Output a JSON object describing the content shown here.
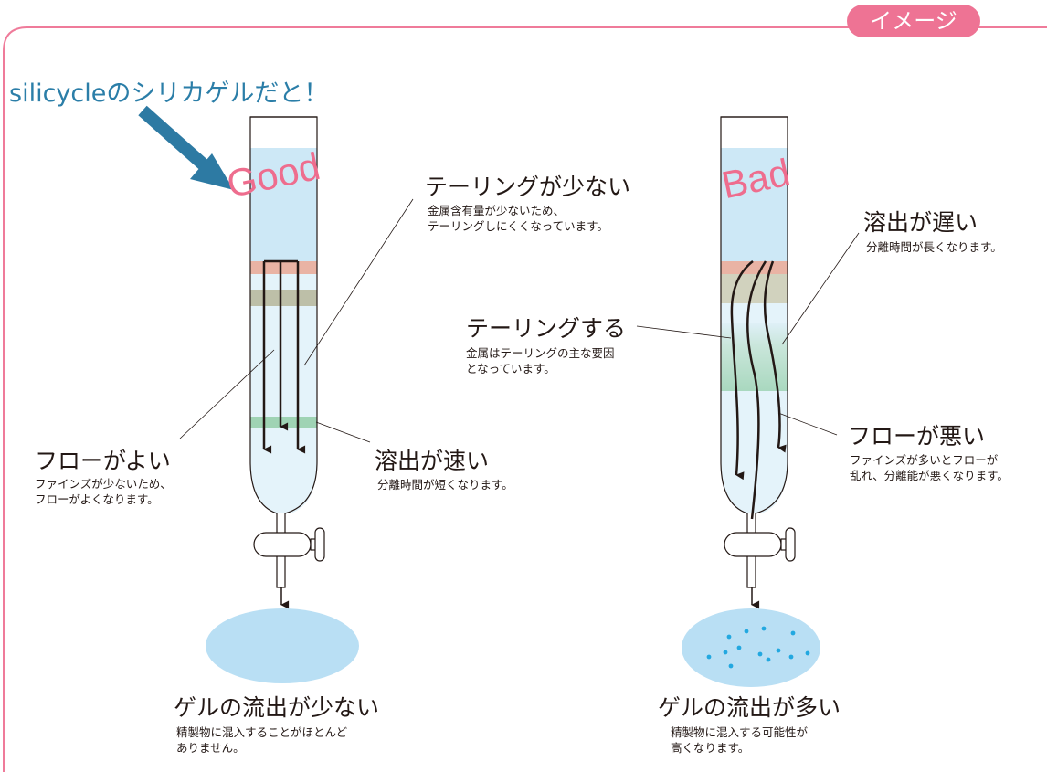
{
  "badge": "イメージ",
  "headline": "silicycleのシリカゲルだと！",
  "left": {
    "stamp": "Good",
    "tailing": {
      "title": "テーリングが少ない",
      "note": "金属含有量が少ないため、\nテーリングしにくくなっています。"
    },
    "flow": {
      "title": "フローがよい",
      "note": "ファインズが少ないため、\nフローがよくなります。"
    },
    "elution": {
      "title": "溶出が速い",
      "note": "分離時間が短くなります。"
    },
    "gel": {
      "title": "ゲルの流出が少ない",
      "note": "精製物に混入することがほとんど\nありません。"
    }
  },
  "right": {
    "stamp": "Bad",
    "elution": {
      "title": "溶出が遅い",
      "note": "分離時間が長くなります。"
    },
    "tailing": {
      "title": "テーリングする",
      "note": "金属はテーリングの主な要因\nとなっています。"
    },
    "flow": {
      "title": "フローが悪い",
      "note": "ファインズが多いとフローが\n乱れ、分離能が悪くなります。"
    },
    "gel": {
      "title": "ゲルの流出が多い",
      "note": "精製物に混入する可能性が\n高くなります。"
    }
  },
  "colors": {
    "frame": "#ef7b9a",
    "arrow": "#2d7aa3",
    "solvent": "#cde8f6",
    "band_top": "#e9b3a4",
    "band_mid": "#bdbfa8",
    "band_green": "#9fd3b4",
    "puddle": "#b9dff4",
    "particles": "#22a8e0"
  }
}
